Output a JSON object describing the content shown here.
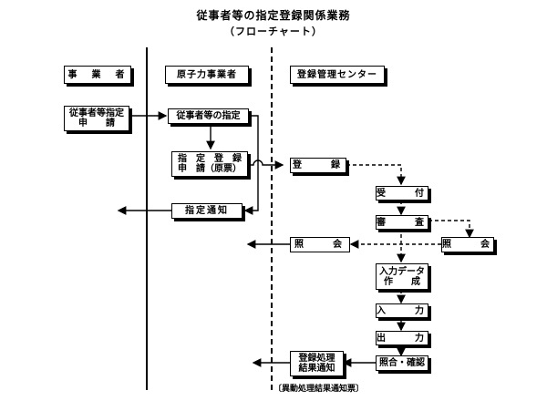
{
  "title": "従事者等の指定登録関係業務",
  "subtitle": "（フローチャート）",
  "lanes": {
    "operator": "事　業　者",
    "nuclear_operator": "原子力事業者",
    "center": "登録管理センター"
  },
  "nodes": {
    "designation_request": [
      "従事者等指定",
      "申　　請"
    ],
    "designation": "従事者等の指定",
    "registration_request": [
      "指　定　登　録",
      "申　請（原票）"
    ],
    "designation_notice": "指定通知",
    "registration": "登　　録",
    "reception": "受　　付",
    "examination": "審　　査",
    "inquiry_reply": "照　　会",
    "inquiry": "照　　会",
    "data_creation": [
      "入力データ",
      "作　　成"
    ],
    "input": "入　　力",
    "output": "出　　力",
    "verification": "照合・確認",
    "result_notice": [
      "登録処理",
      "結果通知"
    ]
  },
  "caption": "〔異動処理結果通知票〕"
}
